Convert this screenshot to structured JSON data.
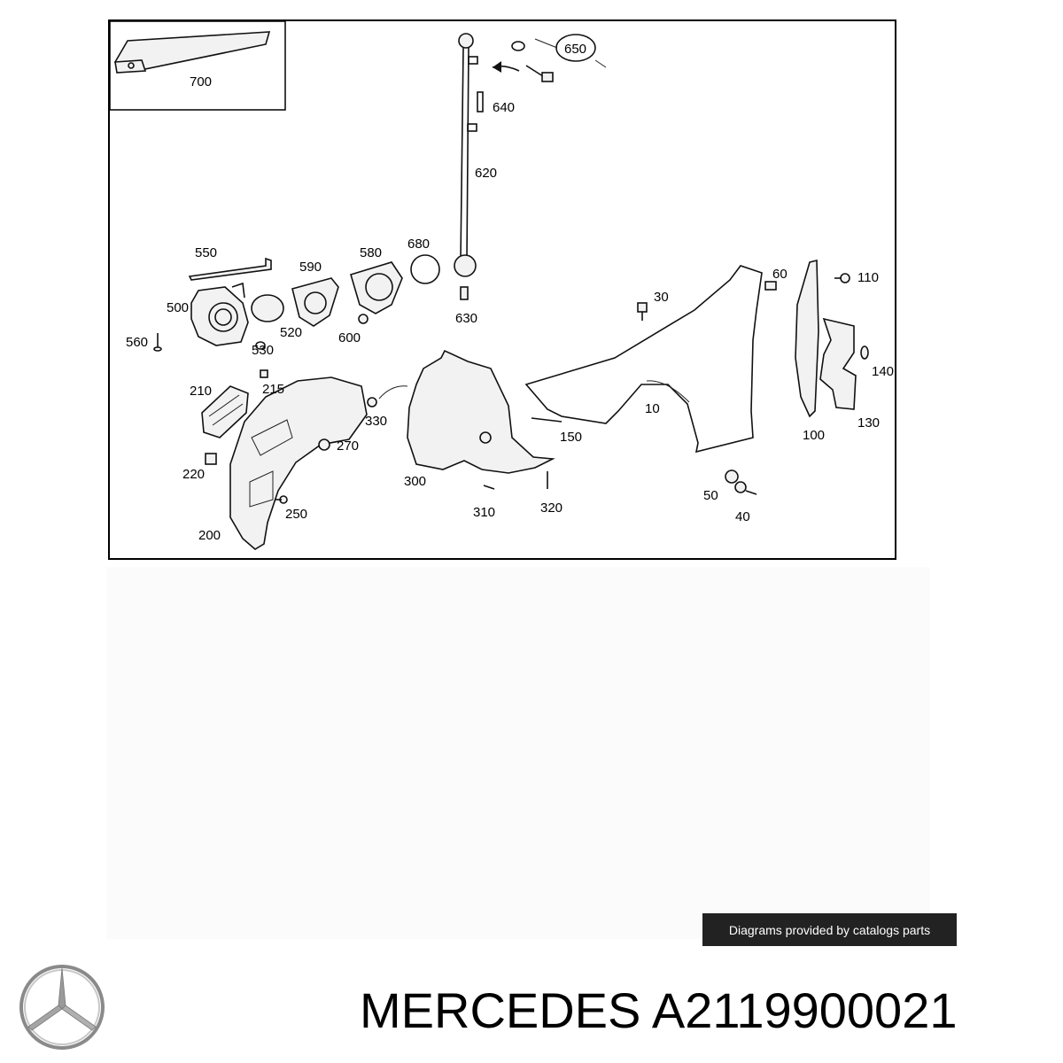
{
  "diagram": {
    "inset_label": "700",
    "callouts": {
      "650": "650",
      "640": "640",
      "620": "620",
      "550": "550",
      "590": "590",
      "580": "580",
      "680": "680",
      "500": "500",
      "560": "560",
      "530": "530",
      "520": "520",
      "600": "600",
      "630": "630",
      "30": "30",
      "60": "60",
      "110": "110",
      "140": "140",
      "210": "210",
      "215": "215",
      "330": "330",
      "270": "270",
      "10": "10",
      "150": "150",
      "100": "100",
      "130": "130",
      "220": "220",
      "300": "300",
      "250": "250",
      "310": "310",
      "320": "320",
      "50": "50",
      "40": "40",
      "200": "200"
    }
  },
  "caption": "Diagrams provided by catalogs parts",
  "brand": {
    "logo": "mercedes-star-icon"
  },
  "title": "MERCEDES A2119900021"
}
